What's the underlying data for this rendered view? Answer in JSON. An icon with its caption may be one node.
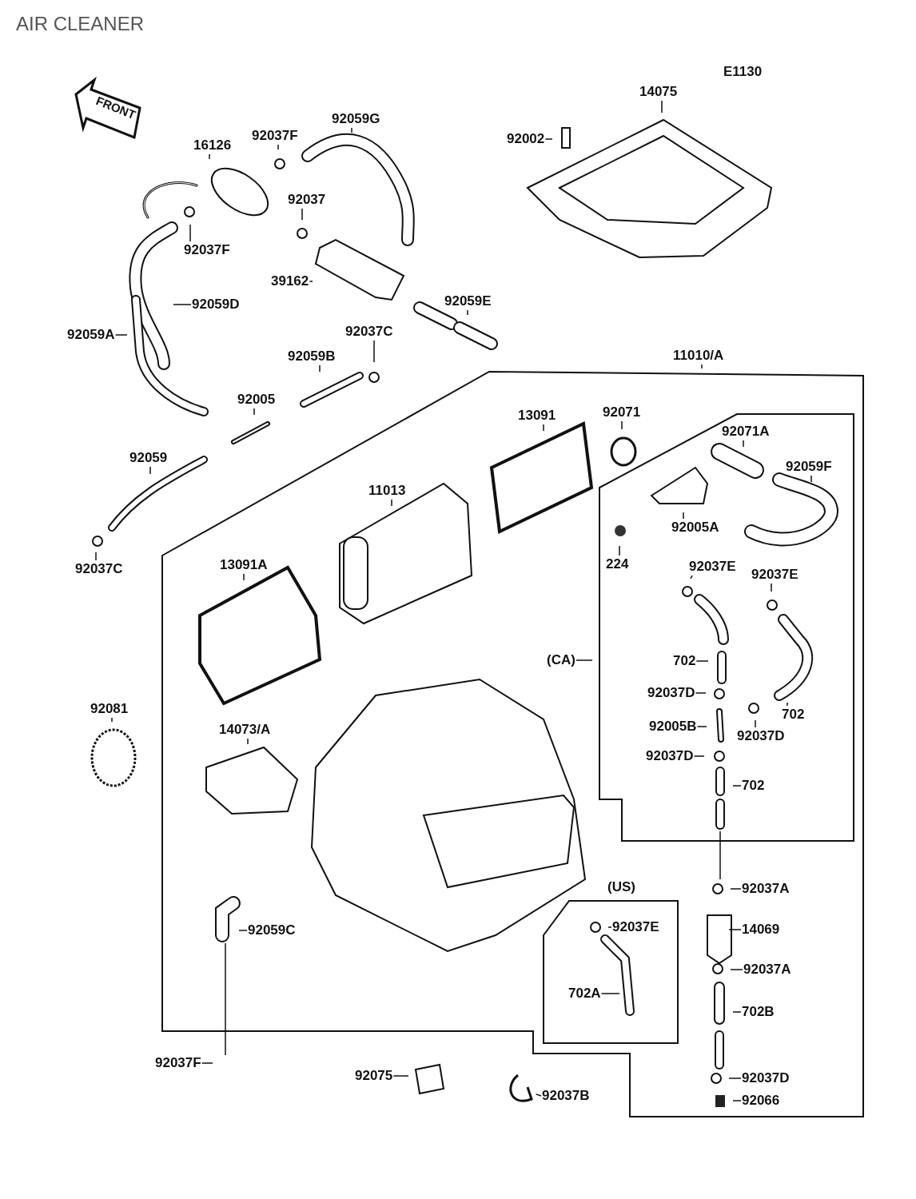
{
  "diagram": {
    "title": "AIR CLEANER",
    "nodes": [
      {
        "text": [
          "14075"
        ]
      },
      {
        "text": [
          "92002"
        ]
      },
      {
        "text": [
          "16126"
        ]
      },
      {
        "text": [
          "92037F"
        ]
      },
      {
        "text": [
          "92059G"
        ]
      },
      {
        "text": [
          "92037"
        ]
      },
      {
        "text": [
          "92037F"
        ]
      },
      {
        "text": [
          "39162"
        ]
      },
      {
        "text": [
          "92059D"
        ]
      },
      {
        "text": [
          "92059A"
        ]
      },
      {
        "text": [
          "92059E"
        ]
      },
      {
        "text": [
          "92037C"
        ]
      },
      {
        "text": [
          "92059B"
        ]
      },
      {
        "text": [
          "11010/A"
        ]
      },
      {
        "text": [
          "92005"
        ]
      },
      {
        "text": [
          "13091"
        ]
      },
      {
        "text": [
          "92071"
        ]
      },
      {
        "text": [
          "92071A"
        ]
      },
      {
        "text": [
          "92059F"
        ]
      },
      {
        "text": [
          "92059"
        ]
      },
      {
        "text": [
          "11013"
        ]
      },
      {
        "text": [
          "92005A"
        ]
      },
      {
        "text": [
          "224"
        ]
      },
      {
        "text": [
          "92037C"
        ]
      },
      {
        "text": [
          "13091A"
        ]
      },
      {
        "text": [
          "92037E"
        ]
      },
      {
        "text": [
          "92037E"
        ]
      },
      {
        "text": [
          "(CA)"
        ]
      },
      {
        "text": [
          "702"
        ]
      },
      {
        "text": [
          "92037D"
        ]
      },
      {
        "text": [
          "702"
        ]
      },
      {
        "text": [
          "92005B"
        ]
      },
      {
        "text": [
          "92037D"
        ]
      },
      {
        "text": [
          "92081"
        ]
      },
      {
        "text": [
          "14073/A"
        ]
      },
      {
        "text": [
          "92037D"
        ]
      },
      {
        "text": [
          "702"
        ]
      },
      {
        "text": [
          "92037A"
        ]
      },
      {
        "text": [
          "92037E"
        ]
      },
      {
        "text": [
          "92059C"
        ]
      },
      {
        "text": [
          "14069"
        ]
      },
      {
        "text": [
          "92037A"
        ]
      },
      {
        "text": [
          "702A"
        ]
      },
      {
        "text": [
          "702B"
        ]
      },
      {
        "text": [
          "92037F"
        ]
      },
      {
        "text": [
          "92075"
        ]
      },
      {
        "text": [
          "92037D"
        ]
      },
      {
        "text": [
          "92037B"
        ]
      },
      {
        "text": [
          "92066"
        ]
      }
    ],
    "edges": [
      {
        "from": 0,
        "to": null,
        "arrow": "none"
      },
      {
        "from": 1,
        "to": null,
        "arrow": "none"
      },
      {
        "from": 2,
        "to": null,
        "arrow": "none"
      },
      {
        "from": 3,
        "to": null,
        "arrow": "none"
      },
      {
        "from": 4,
        "to": null,
        "arrow": "none"
      },
      {
        "from": 5,
        "to": null,
        "arrow": "none"
      },
      {
        "from": 6,
        "to": null,
        "arrow": "none"
      },
      {
        "from": 7,
        "to": null,
        "arrow": "none"
      },
      {
        "from": 8,
        "to": null,
        "arrow": "none"
      },
      {
        "from": 9,
        "to": null,
        "arrow": "none"
      },
      {
        "from": 10,
        "to": null,
        "arrow": "none"
      },
      {
        "from": 11,
        "to": null,
        "arrow": "none"
      },
      {
        "from": 12,
        "to": null,
        "arrow": "none"
      },
      {
        "from": 13,
        "to": null,
        "arrow": "none"
      },
      {
        "from": 14,
        "to": null,
        "arrow": "none"
      },
      {
        "from": 15,
        "to": null,
        "arrow": "none"
      },
      {
        "from": 16,
        "to": null,
        "arrow": "none"
      },
      {
        "from": 17,
        "to": null,
        "arrow": "none"
      },
      {
        "from": 18,
        "to": null,
        "arrow": "none"
      },
      {
        "from": 19,
        "to": null,
        "arrow": "none"
      },
      {
        "from": 20,
        "to": null,
        "arrow": "none"
      },
      {
        "from": 21,
        "to": null,
        "arrow": "none"
      },
      {
        "from": 22,
        "to": null,
        "arrow": "none"
      },
      {
        "from": 23,
        "to": null,
        "arrow": "none"
      },
      {
        "from": 24,
        "to": null,
        "arrow": "none"
      },
      {
        "from": 25,
        "to": null,
        "arrow": "none"
      },
      {
        "from": 26,
        "to": null,
        "arrow": "none"
      },
      {
        "from": 27,
        "to": null,
        "arrow": "none"
      },
      {
        "from": 28,
        "to": null,
        "arrow": "none"
      },
      {
        "from": 29,
        "to": null,
        "arrow": "none"
      },
      {
        "from": 30,
        "to": null,
        "arrow": "none"
      },
      {
        "from": 31,
        "to": null,
        "arrow": "none"
      },
      {
        "from": 32,
        "to": null,
        "arrow": "none"
      },
      {
        "from": 33,
        "to": null,
        "arrow": "none"
      },
      {
        "from": 34,
        "to": null,
        "arrow": "none"
      },
      {
        "from": 35,
        "to": null,
        "arrow": "none"
      },
      {
        "from": 36,
        "to": null,
        "arrow": "none"
      },
      {
        "from": 37,
        "to": null,
        "arrow": "none"
      },
      {
        "from": 38,
        "to": null,
        "arrow": "none"
      },
      {
        "from": 39,
        "to": null,
        "arrow": "none"
      },
      {
        "from": 40,
        "to": null,
        "arrow": "none"
      },
      {
        "from": 41,
        "to": null,
        "arrow": "none"
      },
      {
        "from": 42,
        "to": null,
        "arrow": "none"
      },
      {
        "from": 43,
        "to": null,
        "arrow": "none"
      },
      {
        "from": 44,
        "to": null,
        "arrow": "none"
      },
      {
        "from": 45,
        "to": null,
        "arrow": "none"
      },
      {
        "from": 46,
        "to": null,
        "arrow": "none"
      },
      {
        "from": 47,
        "to": null,
        "arrow": "none"
      },
      {
        "from": 48,
        "to": null,
        "arrow": "none"
      }
    ],
    "labels": [
      "E1130",
      "FRONT",
      "(US)"
    ]
  }
}
